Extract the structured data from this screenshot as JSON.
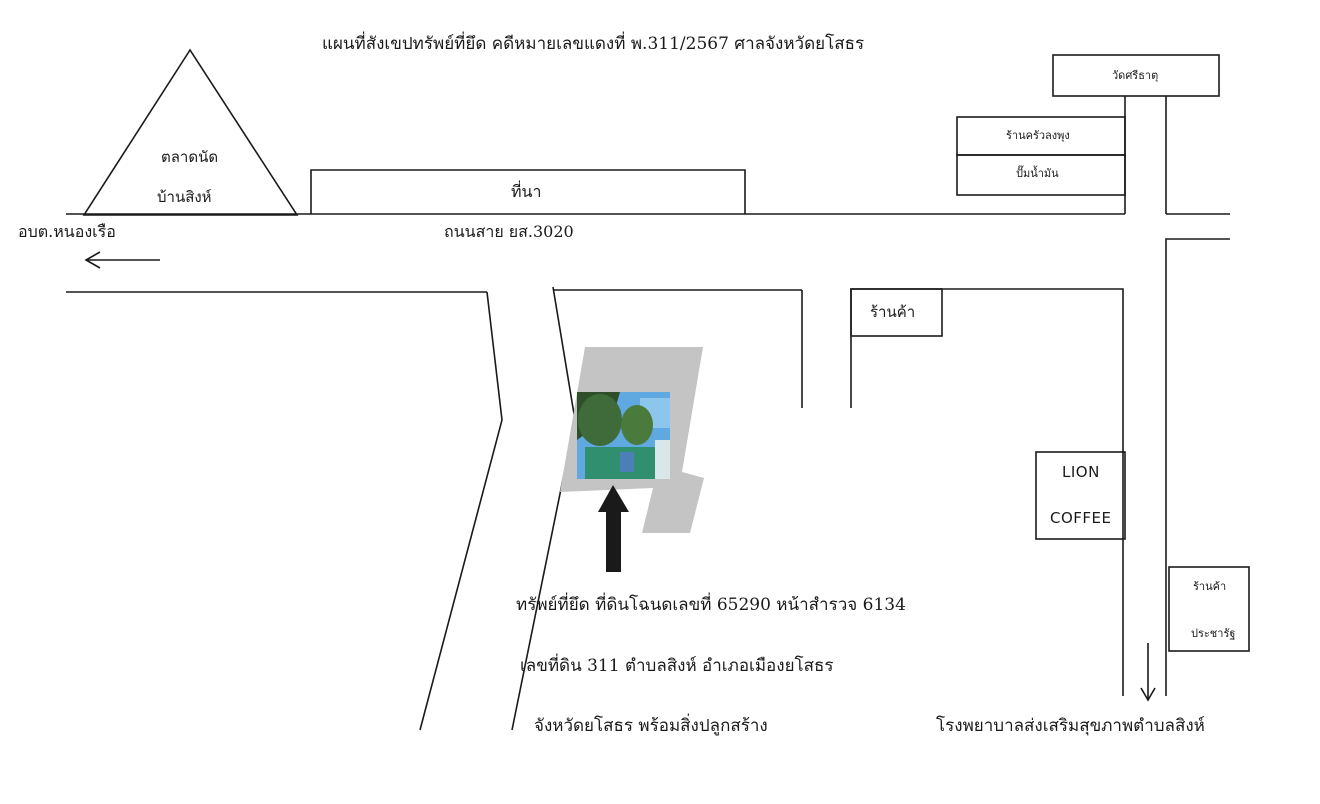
{
  "map": {
    "title": "แผนที่สังเขปทรัพย์ที่ยึด คดีหมายเลขแดงที่ พ.311/2567 ศาลจังหวัดยโสธร",
    "places": {
      "market_line1": "ตลาดนัด",
      "market_line2": "บ้านสิงห์",
      "rice_field": "ที่นา",
      "temple": "วัดศรีธาตุ",
      "restaurant": "ร้านครัวลงพุง",
      "gas_station": "ปั๊มน้ำมัน",
      "shop": "ร้านค้า",
      "lion_coffee_line1": "LION",
      "lion_coffee_line2": "COFFEE",
      "shop2_line1": "ร้านค้า",
      "shop2_line2": "ประชารัฐ"
    },
    "roads": {
      "subdistrict_office": "อบต.หนองเรือ",
      "road_name": "ถนนสาย ยส.3020"
    },
    "property": {
      "line1": "ทรัพย์ที่ยึด ที่ดินโฉนดเลขที่ 65290 หน้าสำรวจ 6134",
      "line2": "เลขที่ดิน 311 ตำบลสิงห์ อำเภอเมืองยโสธร",
      "line3": "จังหวัดยโสธร พร้อมสิ่งปลูกสร้าง"
    },
    "hospital": "โรงพยาบาลส่งเสริมสุขภาพตำบลสิงห์",
    "colors": {
      "ink": "#1a1a1a",
      "parcel_gray": "#c4c4c4",
      "arrow": "#1a1a1a",
      "sky": "#5fa8e0",
      "foliage": "#3f6b3a",
      "fence": "#2f8f6f"
    }
  }
}
